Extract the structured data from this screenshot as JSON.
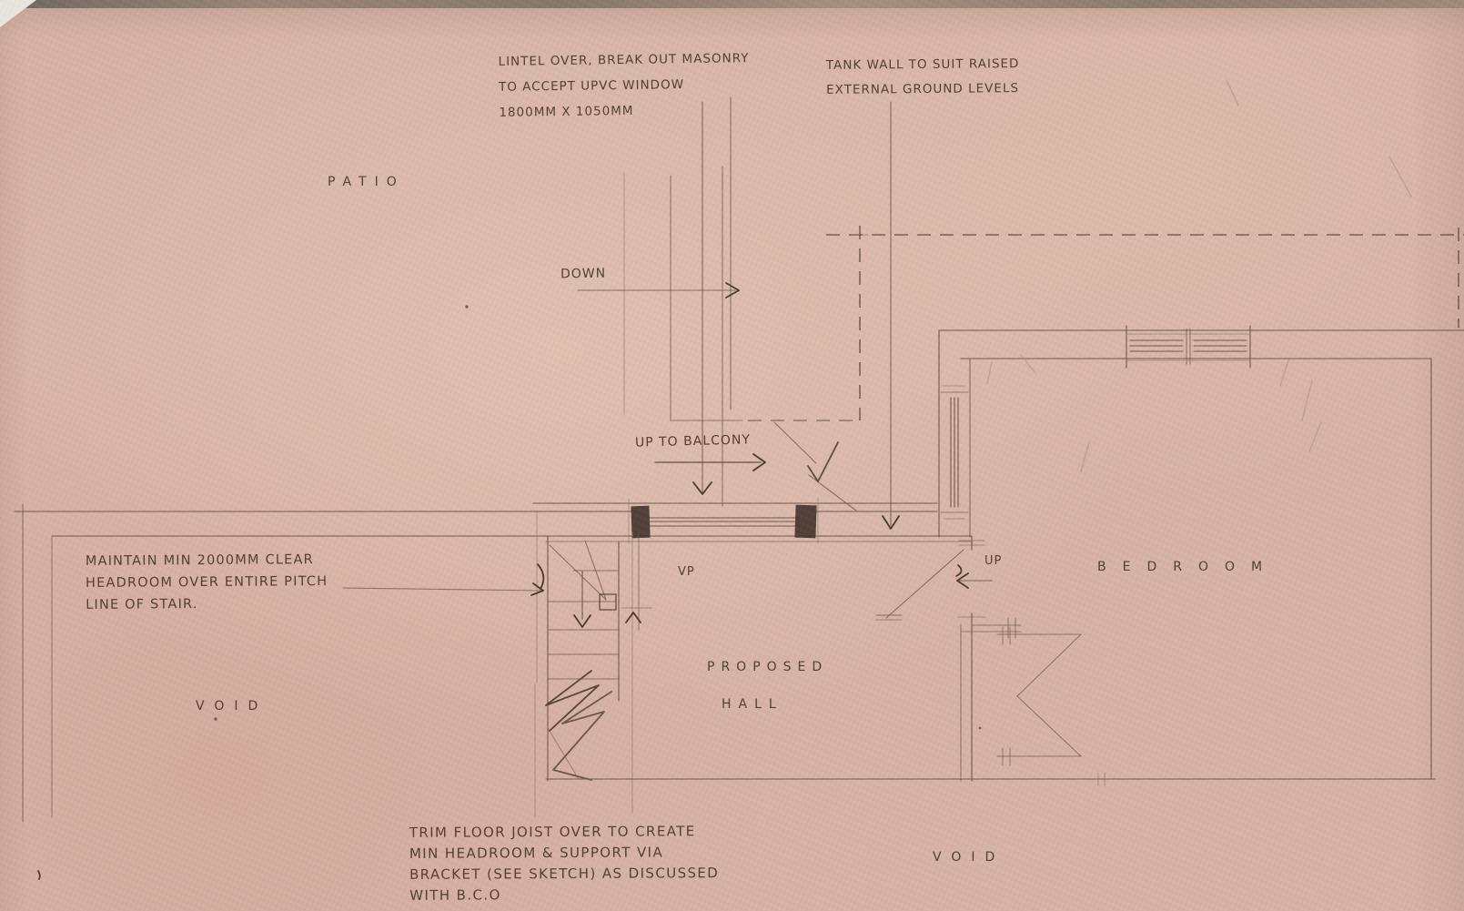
{
  "meta": {
    "description": "Hand-drawn architectural floor plan sketch on pink tracing paper",
    "paper_color": "#d7b3a7",
    "pencil_color": "#6d5749",
    "ink_color": "#493729"
  },
  "labels": {
    "patio": "PATIO",
    "down": "DOWN",
    "up_to_balcony": "UP TO BALCONY",
    "vp": "VP",
    "up": "UP",
    "bedroom": "BEDROOM",
    "proposed": "PROPOSED",
    "hall": "HALL",
    "void_left": "VOID",
    "void_right": "VOID"
  },
  "annotations": {
    "lintel": "LINTEL OVER, BREAK OUT MASONRY\nTO ACCEPT UPVC WINDOW\n1800MM X 1050MM",
    "tank": "TANK WALL TO SUIT RAISED\nEXTERNAL GROUND LEVELS",
    "headroom": "MAINTAIN MIN 2000MM CLEAR\nHEADROOM OVER ENTIRE PITCH\nLINE OF STAIR.",
    "trim": "TRIM FLOOR JOIST OVER TO CREATE\nMIN HEADROOM & SUPPORT VIA\nBRACKET (SEE SKETCH) AS DISCUSSED\nWITH B.C.O"
  }
}
